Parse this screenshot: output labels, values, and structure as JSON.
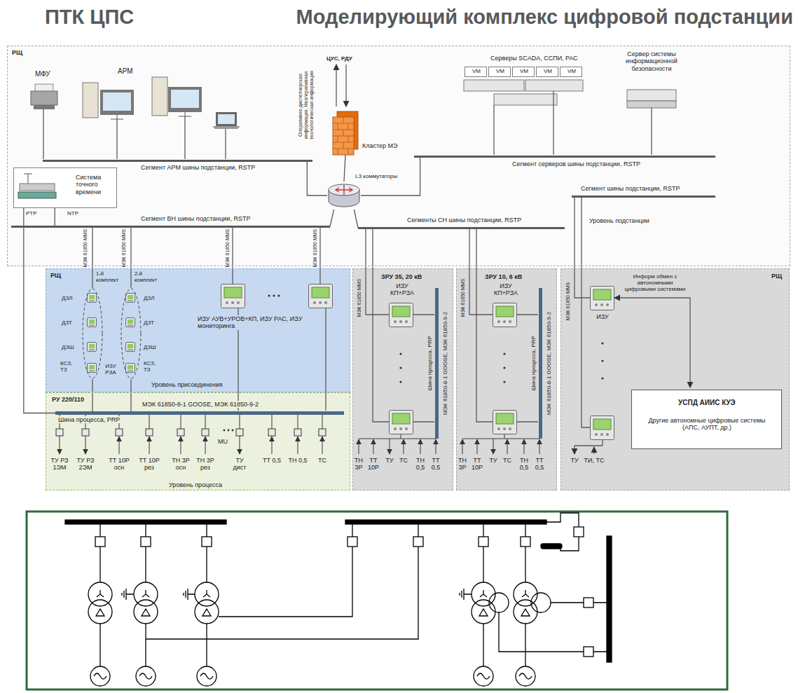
{
  "diagram": {
    "title": "Моделирующий комплекс цифровой подстанции",
    "nodes": [
      {
        "text": [
          "РЩ",
          "Уровень подстанции"
        ]
      },
      {
        "text": [
          "Система точного времени"
        ],
        "in": 0
      },
      {
        "text": [
          "Сегмент АРМ шины подстанции, RSTP"
        ],
        "in": 0
      },
      {
        "text": [
          "Сегмент серверов шины подстанции, RSTP"
        ],
        "in": 0
      },
      {
        "text": [
          "Сегмент ВН шины подстанции, RSTP"
        ],
        "in": 0
      },
      {
        "text": [
          "Сегменты СН шины подстанции, RSTP"
        ],
        "in": 0
      },
      {
        "text": [
          "Сегмент шины подстанции, RSTP"
        ],
        "in": 0
      },
      {
        "text": [
          "Кластер МЭ"
        ],
        "in": 0
      },
      {
        "text": [
          "L3 коммутаторы"
        ],
        "in": 0
      },
      {
        "text": [
          "VM"
        ],
        "in": 0
      },
      {
        "text": [
          "VM"
        ],
        "in": 0
      },
      {
        "text": [
          "VM"
        ],
        "in": 0
      },
      {
        "text": [
          "VM"
        ],
        "in": 0
      },
      {
        "text": [
          "VM"
        ],
        "in": 0
      },
      {
        "text": [
          "РЩ",
          "Уровень присоединения"
        ]
      },
      {
        "text": [
          "1-й комплект"
        ],
        "in": 14
      },
      {
        "text": [
          "2-й комплект"
        ],
        "in": 14
      },
      {
        "text": [
          "РУ 220/110",
          "Уровень процесса"
        ]
      },
      {
        "text": [
          "МЭК 61850-8-1 GOOSE, МЭК 61850-9-2",
          "Шина процесса, PRP"
        ],
        "in": 17
      },
      {
        "text": [
          "ЗРУ 35, 20 кВ",
          "ИЗУ КП+РЗА"
        ]
      },
      {
        "text": [
          "Шина процесса, PRP",
          "МЭК 61850-8-1 GOOSE, МЭК 61850-9-2"
        ],
        "in": 19
      },
      {
        "text": [
          "ЗРУ 10, 6 кВ",
          "ИЗУ КП+РЗА"
        ]
      },
      {
        "text": [
          "Шина процесса, PRP",
          "МЭК 61850-8-1 GOOSE, МЭК 61850-9-2"
        ],
        "in": 21
      },
      {
        "text": [
          "РЩ"
        ]
      },
      {
        "text": [
          "УСПД АИИС КУЭ",
          "Другие автономные цифровые системы (АПС, АУПТ, др.)"
        ],
        "in": 23
      }
    ],
    "edges": [
      {
        "from": 2,
        "to": 8,
        "arrow": "none"
      },
      {
        "from": 3,
        "to": 8,
        "arrow": "none"
      },
      {
        "from": 4,
        "to": 8,
        "arrow": "none"
      },
      {
        "from": 5,
        "to": 8,
        "arrow": "none"
      },
      {
        "from": 7,
        "to": 8,
        "arrow": "none"
      },
      {
        "from": 1,
        "to": 4,
        "arrow": "none"
      },
      {
        "from": 1,
        "to": 18,
        "arrow": "none"
      },
      {
        "from": 4,
        "to": 15,
        "arrow": "none"
      },
      {
        "from": 4,
        "to": 16,
        "arrow": "none"
      },
      {
        "from": 15,
        "to": 18,
        "arrow": "none"
      },
      {
        "from": 16,
        "to": 18,
        "arrow": "none"
      }
    ],
    "labels": [
      "ПТК ЦПС",
      "МФУ",
      "АРМ",
      "Оперативно-диспетчерская информация, Неоперативная технологическая информация",
      "ЦУС, РДУ",
      "Серверы SCADA, ССПИ, РАС",
      "Сервер системы информационной безопасности",
      "PTP",
      "NTP",
      "МЭК 61850 MMS",
      "МЭК 61850 MMS",
      "МЭК 61850 MMS",
      "МЭК 61850 MMS",
      "ДЗЛ",
      "ДЗТ",
      "ДЗШ",
      "КСЗ, ТЗ",
      "ИЗУ РЗА",
      "ДЗЛ",
      "ДЗТ",
      "ДЗШ",
      "КСЗ, ТЗ",
      "ИЗУ АУВ+УРОВ+КП, ИЗУ РАС, ИЗУ мониторинга",
      "ТУ РЗ 1ЭМ",
      "ТУ РЗ 2ЭМ",
      "ТТ 10Р осн",
      "ТТ 10Р рез",
      "ТН 3Р осн",
      "ТН 3Р рез",
      "MU",
      "ТУ дист",
      "ТТ 0,5",
      "ТН 0,5",
      "ТС",
      "МЭК 61850 MMS",
      "ТН 3Р",
      "ТТ 10Р",
      "ТУ",
      "ТС",
      "ТН 0,5",
      "ТТ 0,5",
      "МЭК 61850 MMS",
      "ТН 3Р",
      "ТТ 10Р",
      "ТУ",
      "ТС",
      "ТН 0,5",
      "ТТ 0,5",
      "МЭК 61850 MMS",
      "ИЗУ",
      "Информ обмен с автономными цифровыми системами",
      "ТУ",
      "ТИ, ТС"
    ]
  }
}
